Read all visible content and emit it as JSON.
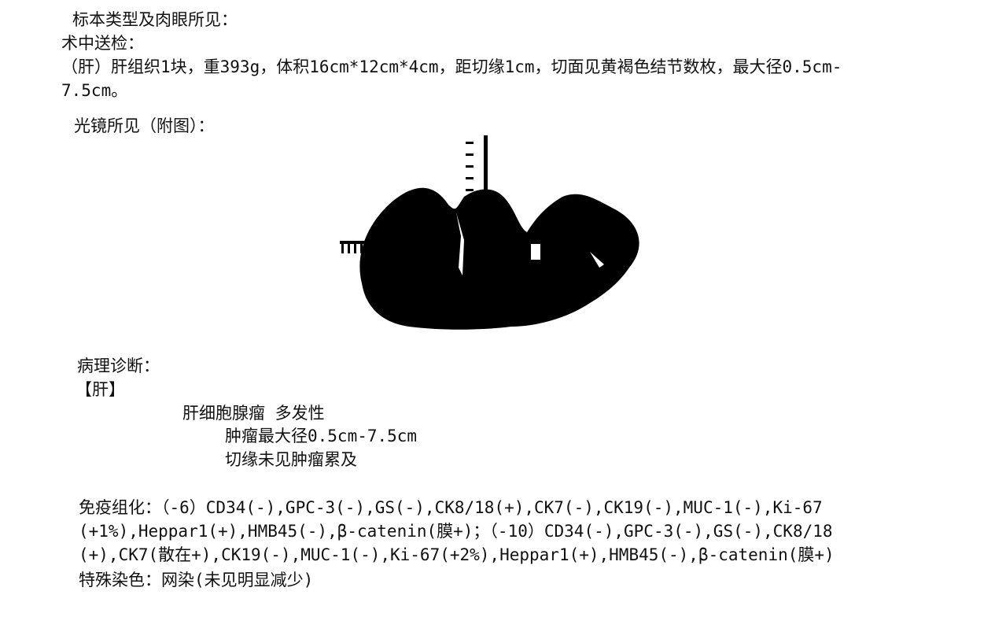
{
  "gross": {
    "heading": "标本类型及肉眼所见：",
    "sub_heading": "术中送检：",
    "line1": "（肝）肝组织1块，重393g，体积16cm*12cm*4cm，距切缘1cm，切面见黄褐色结节数枚，最大径0.5cm-",
    "line2": "7.5cm。"
  },
  "microscopy": {
    "heading": "光镜所见（附图）："
  },
  "diagnosis": {
    "heading": "病理诊断：",
    "organ": "【肝】",
    "main": "肝细胞腺瘤 多发性",
    "detail1": "肿瘤最大径0.5cm-7.5cm",
    "detail2": "切缘未见肿瘤累及"
  },
  "ihc": {
    "line1": "免疫组化：（-6）CD34(-),GPC-3(-),GS(-),CK8/18(+),CK7(-),CK19(-),MUC-1(-),Ki-67",
    "line2": "(+1%),Heppar1(+),HMB45(-),β-catenin(膜+)；（-10）CD34(-),GPC-3(-),GS(-),CK8/18",
    "line3": "(+),CK7(散在+),CK19(-),MUC-1(-),Ki-67(+2%),Heppar1(+),HMB45(-),β-catenin(膜+)"
  },
  "special_stain": "特殊染色：网染(未见明显减少)"
}
